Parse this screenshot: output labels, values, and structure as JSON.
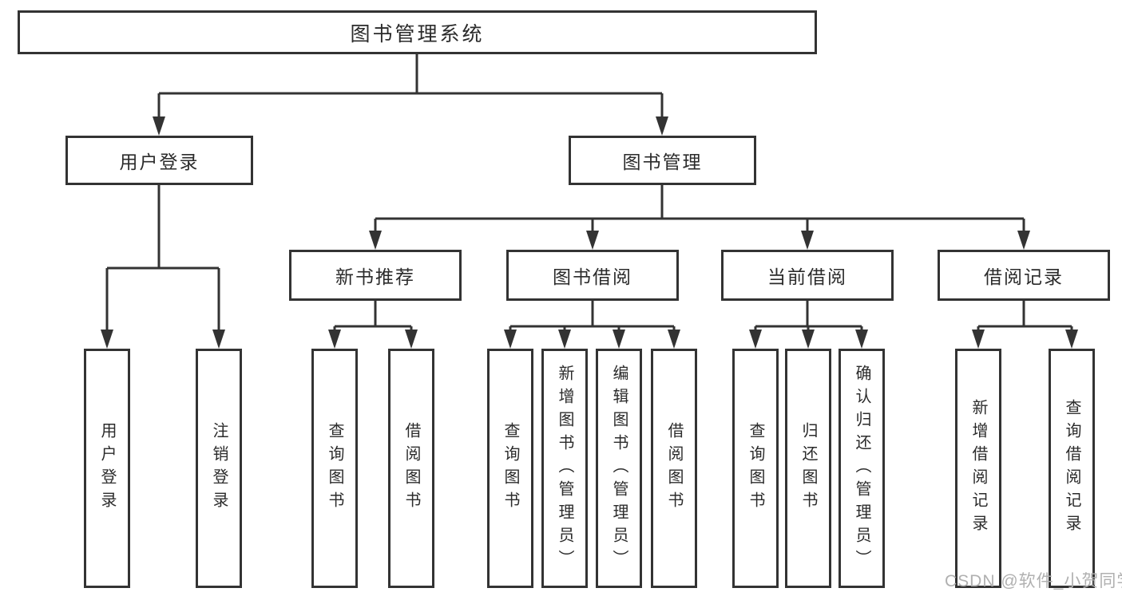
{
  "diagram": {
    "line_color": "#333333",
    "box_border_color": "#333333",
    "text_color": "#2b2b2b",
    "root": {
      "label": "图书管理系统"
    },
    "branches": [
      {
        "label": "用户登录",
        "children": [
          {
            "label": "用户登录"
          },
          {
            "label": "注销登录"
          }
        ]
      },
      {
        "label": "图书管理",
        "children": [
          {
            "label": "新书推荐",
            "children": [
              {
                "label": "查询图书"
              },
              {
                "label": "借阅图书"
              }
            ]
          },
          {
            "label": "图书借阅",
            "children": [
              {
                "label": "查询图书"
              },
              {
                "label": "新增图书（管理员）"
              },
              {
                "label": "编辑图书（管理员）"
              },
              {
                "label": "借阅图书"
              }
            ]
          },
          {
            "label": "当前借阅",
            "children": [
              {
                "label": "查询图书"
              },
              {
                "label": "归还图书"
              },
              {
                "label": "确认归还（管理员）"
              }
            ]
          },
          {
            "label": "借阅记录",
            "children": [
              {
                "label": "新增借阅记录"
              },
              {
                "label": "查询借阅记录"
              }
            ]
          }
        ]
      }
    ]
  },
  "watermark": {
    "text": "CSDN @软件_小贺同学",
    "color": "#b0b0b0"
  }
}
